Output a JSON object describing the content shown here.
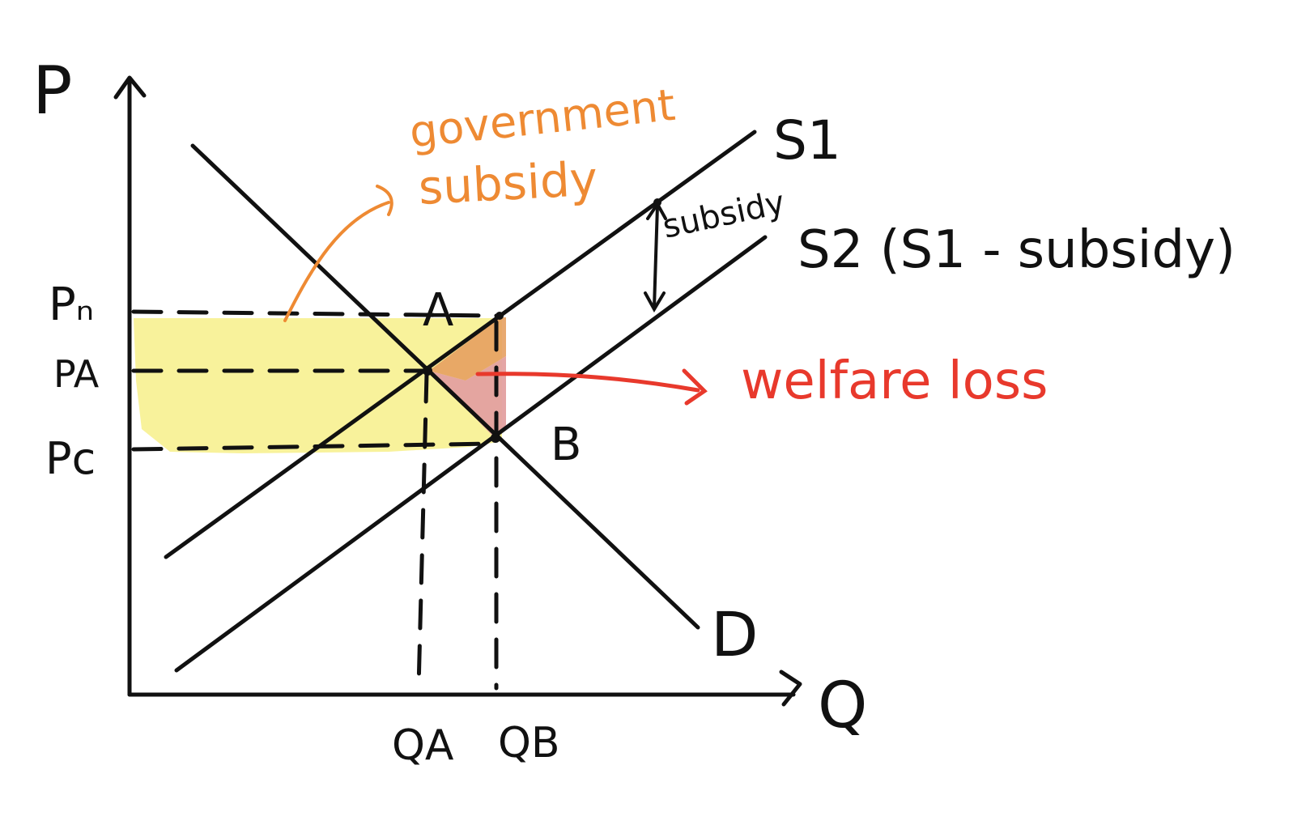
{
  "axes": {
    "y_label": "P",
    "x_label": "Q"
  },
  "price_labels": {
    "p_high": "Pₙ",
    "p_a": "PA",
    "p_c": "Pc"
  },
  "quantity_labels": {
    "q_a": "QA",
    "q_b": "QB"
  },
  "curve_labels": {
    "s1": "S1",
    "s2": "S2 (S1 - subsidy)",
    "d": "D"
  },
  "point_labels": {
    "a": "A",
    "b": "B"
  },
  "annotations": {
    "subsidy": "subsidy",
    "government_subsidy_line1": "government",
    "government_subsidy_line2": "subsidy",
    "welfare_loss": "welfare loss"
  },
  "colors": {
    "ink": "#111111",
    "government_subsidy_area": "#f7f08a",
    "welfare_loss_area": "#e3a0a0",
    "overlap_area": "#e6a060",
    "government_subsidy_text": "#ee8a33",
    "welfare_loss_text": "#e8392c"
  }
}
